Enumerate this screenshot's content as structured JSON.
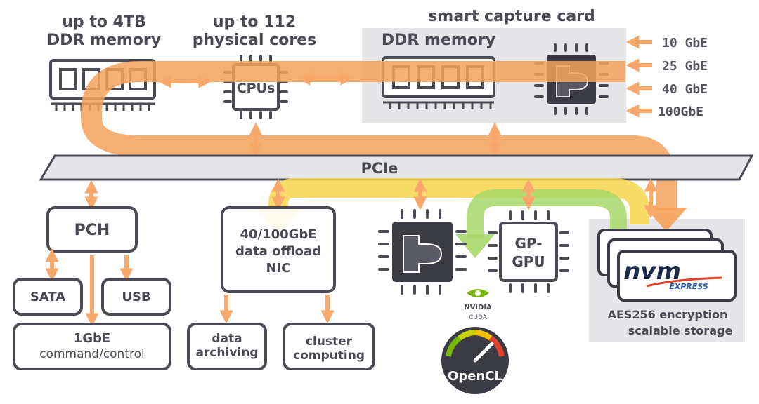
{
  "top_labels": {
    "ddr_host_line1": "up to 4TB",
    "ddr_host_line2": "DDR memory",
    "cpu_line1": "up to 112",
    "cpu_line2": "physical cores",
    "capture_title": "smart capture card",
    "capture_ddr": "DDR memory"
  },
  "cpu_chip_label": "CPUs",
  "ethernet_inputs": [
    "10 GbE",
    "25 GbE",
    "40 GbE",
    "100GbE"
  ],
  "bus_label": "PCIe",
  "pch": {
    "label": "PCH",
    "sata": "SATA",
    "usb": "USB",
    "mgmt_line1": "1GbE",
    "mgmt_line2": "command/control"
  },
  "nic": {
    "line1": "40/100GbE",
    "line2": "data offload",
    "line3": "NIC",
    "archiving_line1": "data",
    "archiving_line2": "archiving",
    "cluster_line1": "cluster",
    "cluster_line2": "computing"
  },
  "gpgpu": {
    "line1": "GP-",
    "line2": "GPU"
  },
  "nvidia": {
    "brand": "NVIDIA",
    "sub": "CUDA"
  },
  "opencl_label": "OpenCL",
  "storage": {
    "logo_text": "nvm",
    "logo_sub": "EXPRESS",
    "line1": "AES256 encryption",
    "line2": "scalable storage"
  },
  "colors": {
    "text": "#4a4a55",
    "arrow_orange": "#f7a86a",
    "data_orange": "#f5a15a",
    "yellow": "#f8d64e",
    "green": "#a8d86a",
    "panel_gray": "#e6e6e8",
    "chip_dark": "#3b3b46"
  }
}
